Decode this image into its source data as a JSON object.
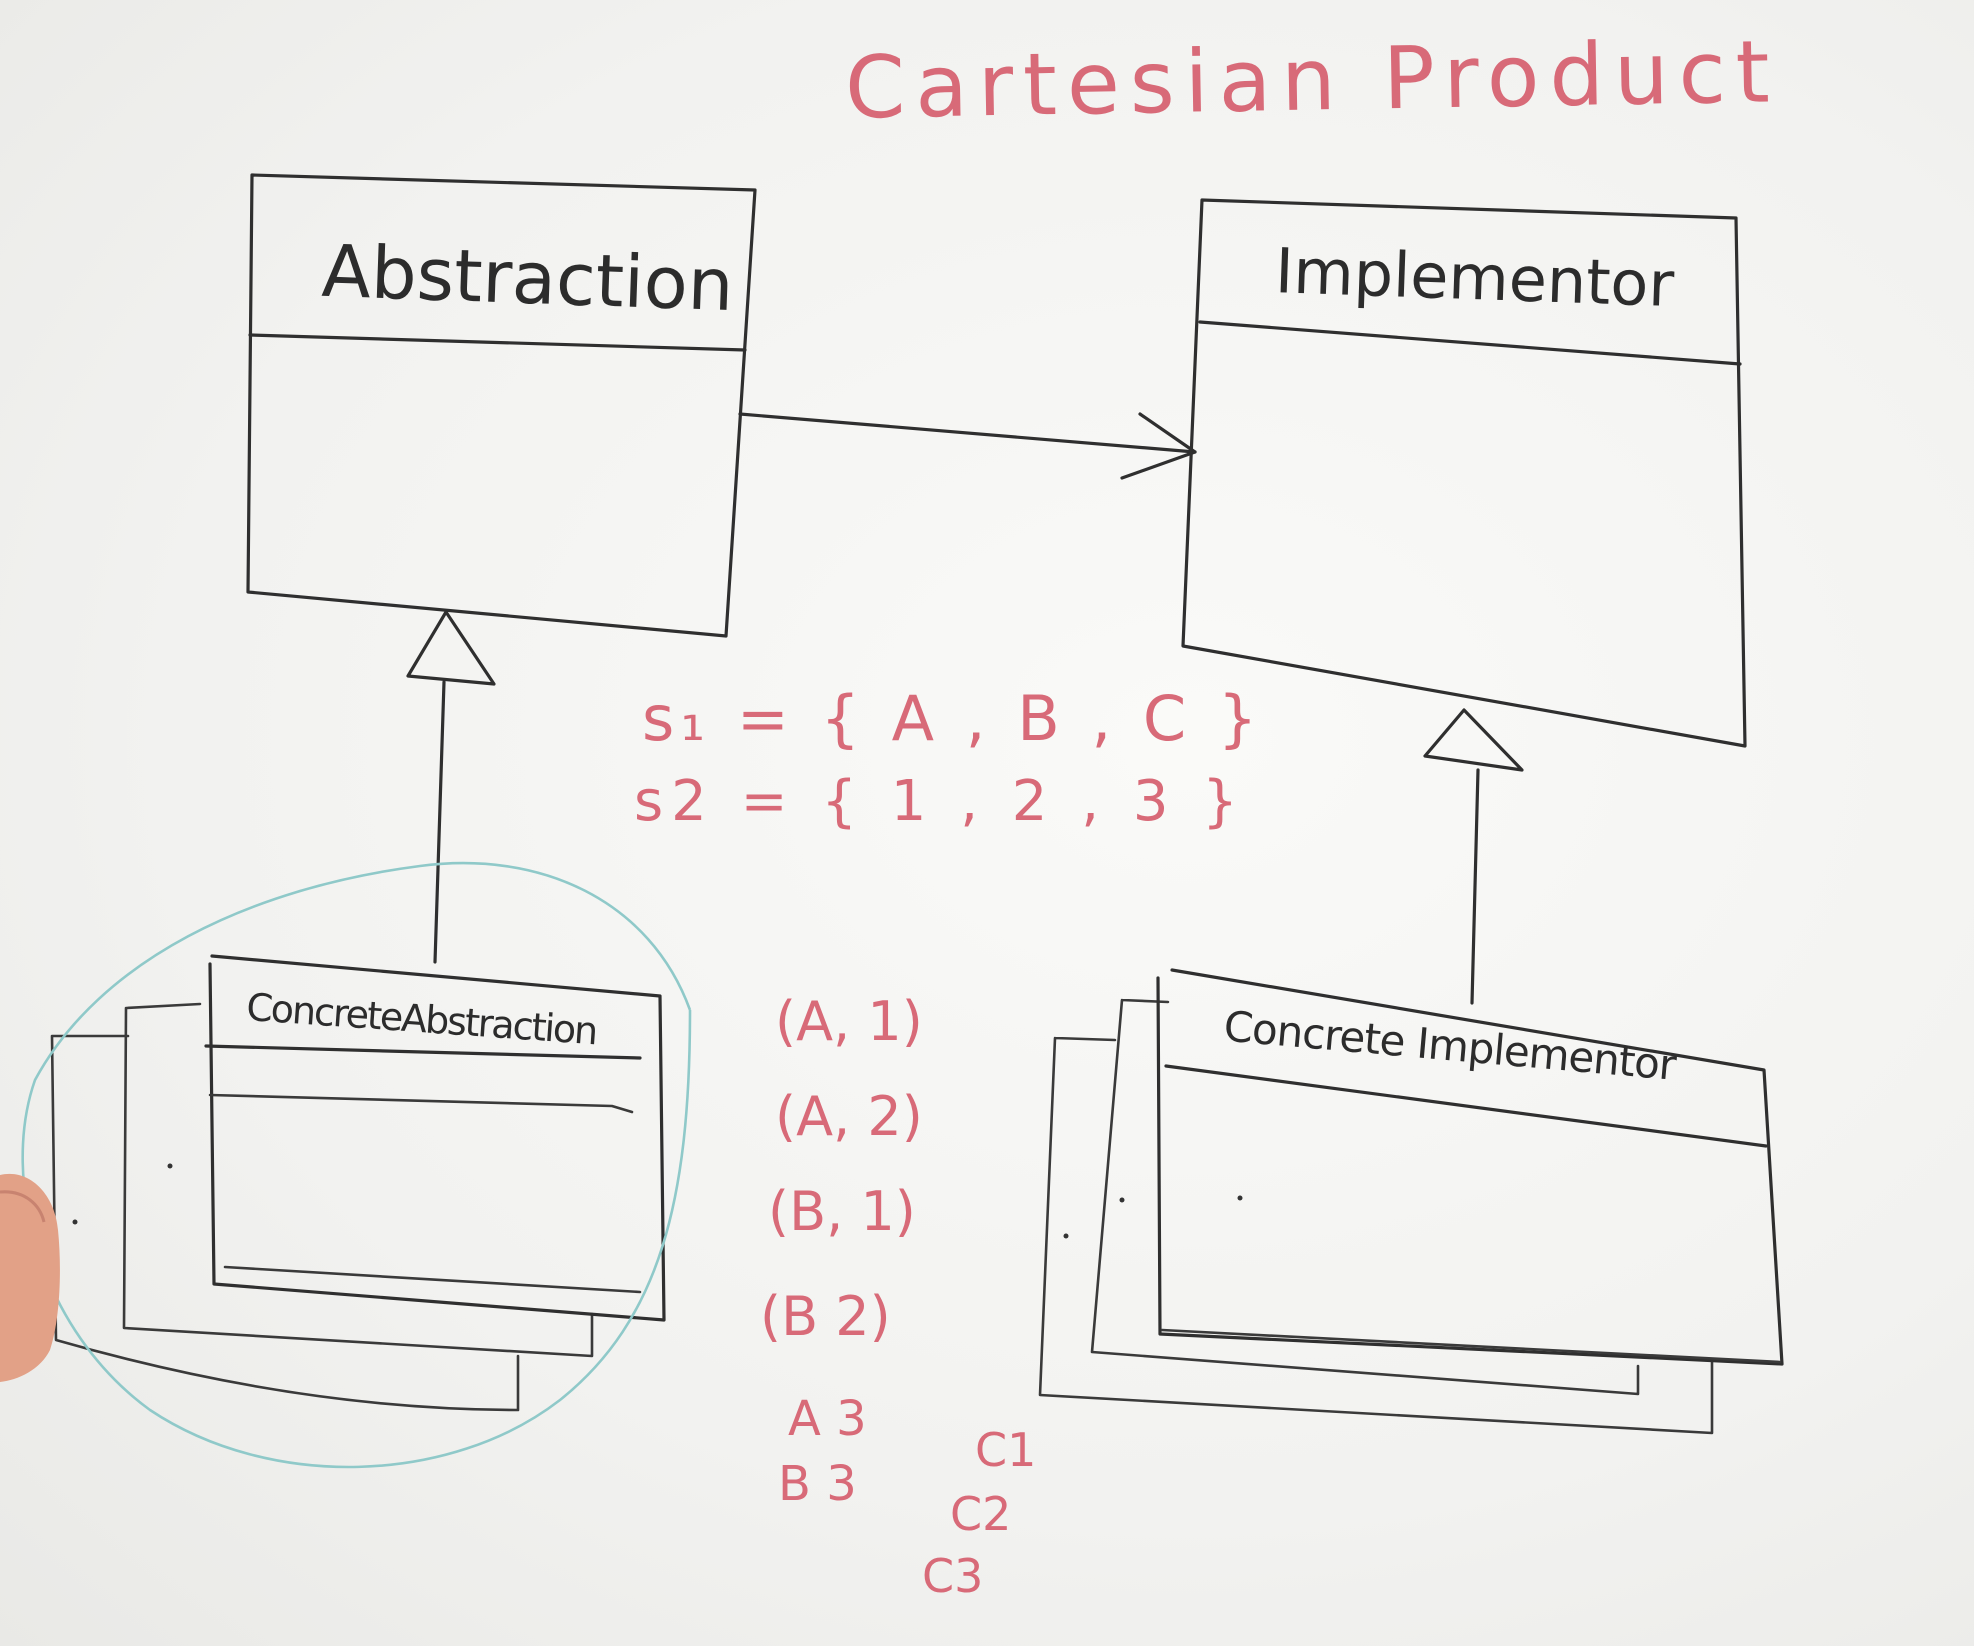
{
  "title": "Cartesian Product",
  "classes": {
    "abstraction": "Abstraction",
    "implementor": "Implementor",
    "concrete_abstraction": "ConcreteAbstraction",
    "concrete_implementor": "Concrete Implementor"
  },
  "sets": {
    "s1": "s₁ = { A , B , C }",
    "s2": "s2 = { 1 , 2 , 3 }"
  },
  "pairs": [
    "(A, 1)",
    "(A, 2)",
    "(B, 1)",
    "(B 2)",
    "A 3",
    "B 3"
  ],
  "extra_pairs": [
    "C1",
    "C2",
    "C3"
  ],
  "colors": {
    "ink": "#2f2f2f",
    "marker_red": "#d86a78",
    "marker_teal": "#8fc9c9",
    "board": "#f3f3f1"
  }
}
